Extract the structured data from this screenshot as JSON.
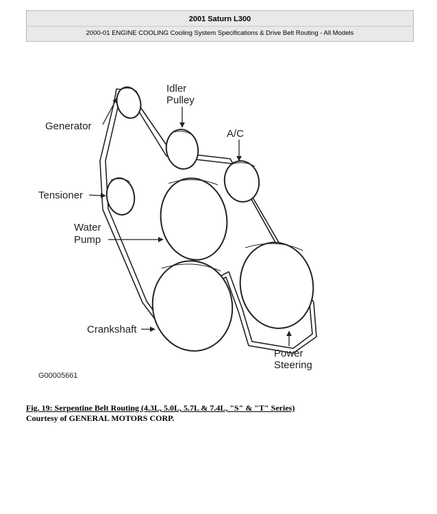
{
  "header": {
    "title": "2001 Saturn L300",
    "subtitle": "2000-01 ENGINE COOLING Cooling System Specifications & Drive Belt Routing - All Models"
  },
  "diagram": {
    "labels": {
      "idler_line1": "Idler",
      "idler_line2": "Pulley",
      "generator": "Generator",
      "ac": "A/C",
      "tensioner": "Tensioner",
      "water_line1": "Water",
      "water_line2": "Pump",
      "crankshaft": "Crankshaft",
      "power_line1": "Power",
      "power_line2": "Steering"
    },
    "figure_code": "G00005661"
  },
  "caption": {
    "figure_title": "Fig. 19: Serpentine Belt Routing (4.3L, 5.0L, 5.7L & 7.4L, \"S\" & \"T\" Series)",
    "courtesy": "Courtesy of GENERAL MOTORS CORP."
  }
}
